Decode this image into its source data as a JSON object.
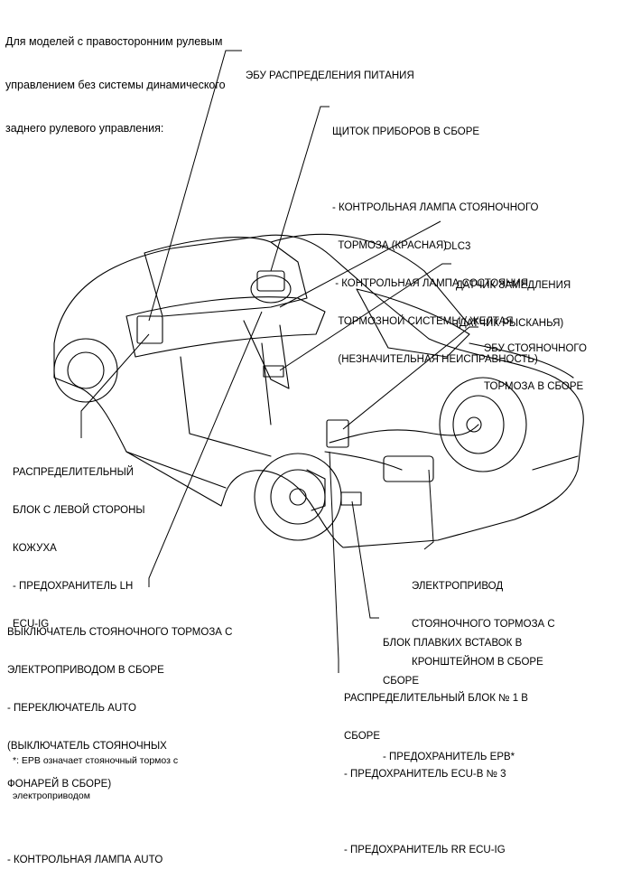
{
  "header": {
    "lines": [
      "Для моделей с правосторонним рулевым",
      "управлением без системы динамического",
      "заднего рулевого управления:"
    ]
  },
  "labels": {
    "ecu_power": [
      "ЭБУ РАСПРЕДЕЛЕНИЯ ПИТАНИЯ"
    ],
    "combination_meter": [
      "ЩИТОК ПРИБОРОВ В СБОРЕ",
      "",
      "- КОНТРОЛЬНАЯ ЛАМПА СТОЯНОЧНОГО",
      "  ТОРМОЗА (КРАСНАЯ)",
      " - КОНТРОЛЬНАЯ ЛАМПА СОСТОЯНИЯ",
      "  ТОРМОЗНОЙ СИСТЕМЫ / ЖЕЛТАЯ",
      "  (НЕЗНАЧИТЕЛЬНАЯ НЕИСПРАВНОСТЬ)"
    ],
    "dlc3": [
      "DLC3"
    ],
    "decel_sensor": [
      "ДАТЧИК ЗАМЕДЛЕНИЯ",
      "(ДАТЧИК РЫСКАНЬЯ)"
    ],
    "epb_ecu": [
      "ЭБУ СТОЯНОЧНОГО",
      "ТОРМОЗА В СБОРЕ"
    ],
    "left_junction": [
      "РАСПРЕДЕЛИТЕЛЬНЫЙ",
      "БЛОК С ЛЕВОЙ СТОРОНЫ",
      "КОЖУХА",
      "- ПРЕДОХРАНИТЕЛЬ LH",
      "ECU-IG"
    ],
    "epb_actuator": [
      "ЭЛЕКТРОПРИВОД",
      "СТОЯНОЧНОГО ТОРМОЗА С",
      "КРОНШТЕЙНОМ В СБОРЕ"
    ],
    "epb_switch": [
      "ВЫКЛЮЧАТЕЛЬ СТОЯНОЧНОГО ТОРМОЗА С",
      "ЭЛЕКТРОПРИВОДОМ В СБОРЕ",
      "- ПЕРЕКЛЮЧАТЕЛЬ AUTO",
      "(ВЫКЛЮЧАТЕЛЬ СТОЯНОЧНЫХ",
      "ФОНАРЕЙ В СБОРЕ)",
      "",
      "- КОНТРОЛЬНАЯ ЛАМПА AUTO"
    ],
    "fuse_block": [
      "БЛОК ПЛАВКИХ ВСТАВОК В",
      "СБОРЕ",
      "",
      "- ПРЕДОХРАНИТЕЛЬ EPB*"
    ],
    "junction_1": [
      "РАСПРЕДЕЛИТЕЛЬНЫЙ БЛОК № 1 В",
      "СБОРЕ",
      "- ПРЕДОХРАНИТЕЛЬ ECU-B № 3",
      "",
      "- ПРЕДОХРАНИТЕЛЬ RR ECU-IG"
    ]
  },
  "footnote": [
    "*: EPB означает стояночный тормоз с",
    "электроприводом"
  ]
}
